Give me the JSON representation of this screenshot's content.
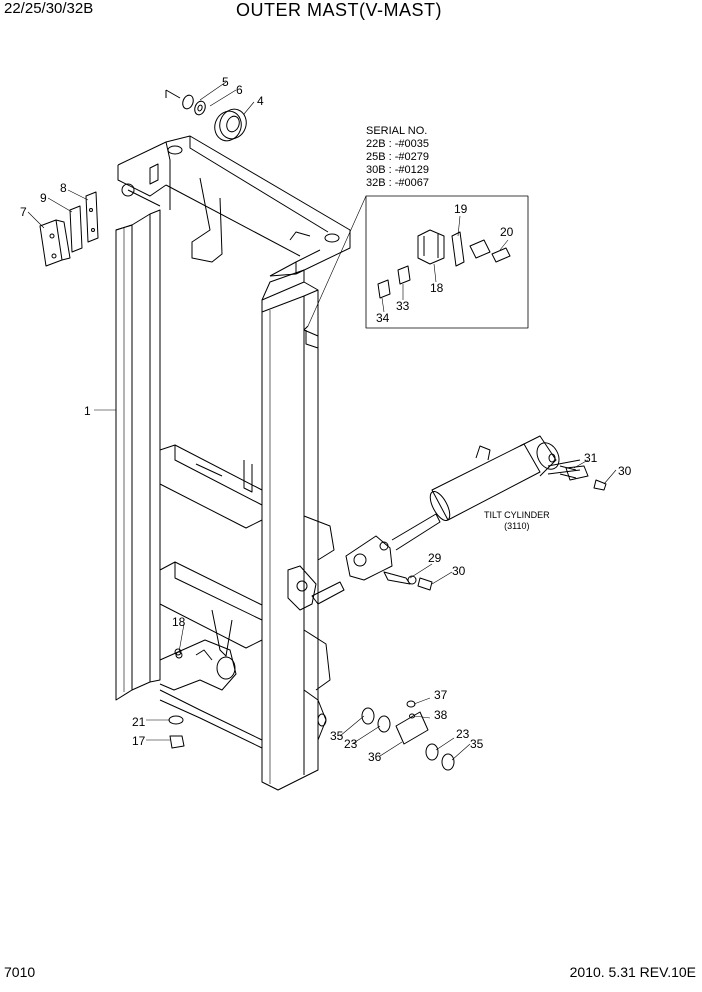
{
  "header": {
    "model": "22/25/30/32B",
    "title": "OUTER MAST(V-MAST)"
  },
  "footer": {
    "page": "7010",
    "date_rev": "2010. 5.31  REV.10E"
  },
  "serial_box": {
    "heading": "SERIAL NO.",
    "lines": [
      "22B : -#0035",
      "25B : -#0279",
      "30B : -#0129",
      "32B : -#0067"
    ]
  },
  "tilt_cylinder": {
    "label": "TILT CYLINDER",
    "ref": "(3110)"
  },
  "part_labels": [
    "1",
    "4",
    "5",
    "6",
    "7",
    "8",
    "9",
    "17",
    "18",
    "18",
    "19",
    "20",
    "21",
    "23",
    "23",
    "29",
    "30",
    "30",
    "31",
    "33",
    "34",
    "35",
    "35",
    "36",
    "37",
    "38"
  ]
}
